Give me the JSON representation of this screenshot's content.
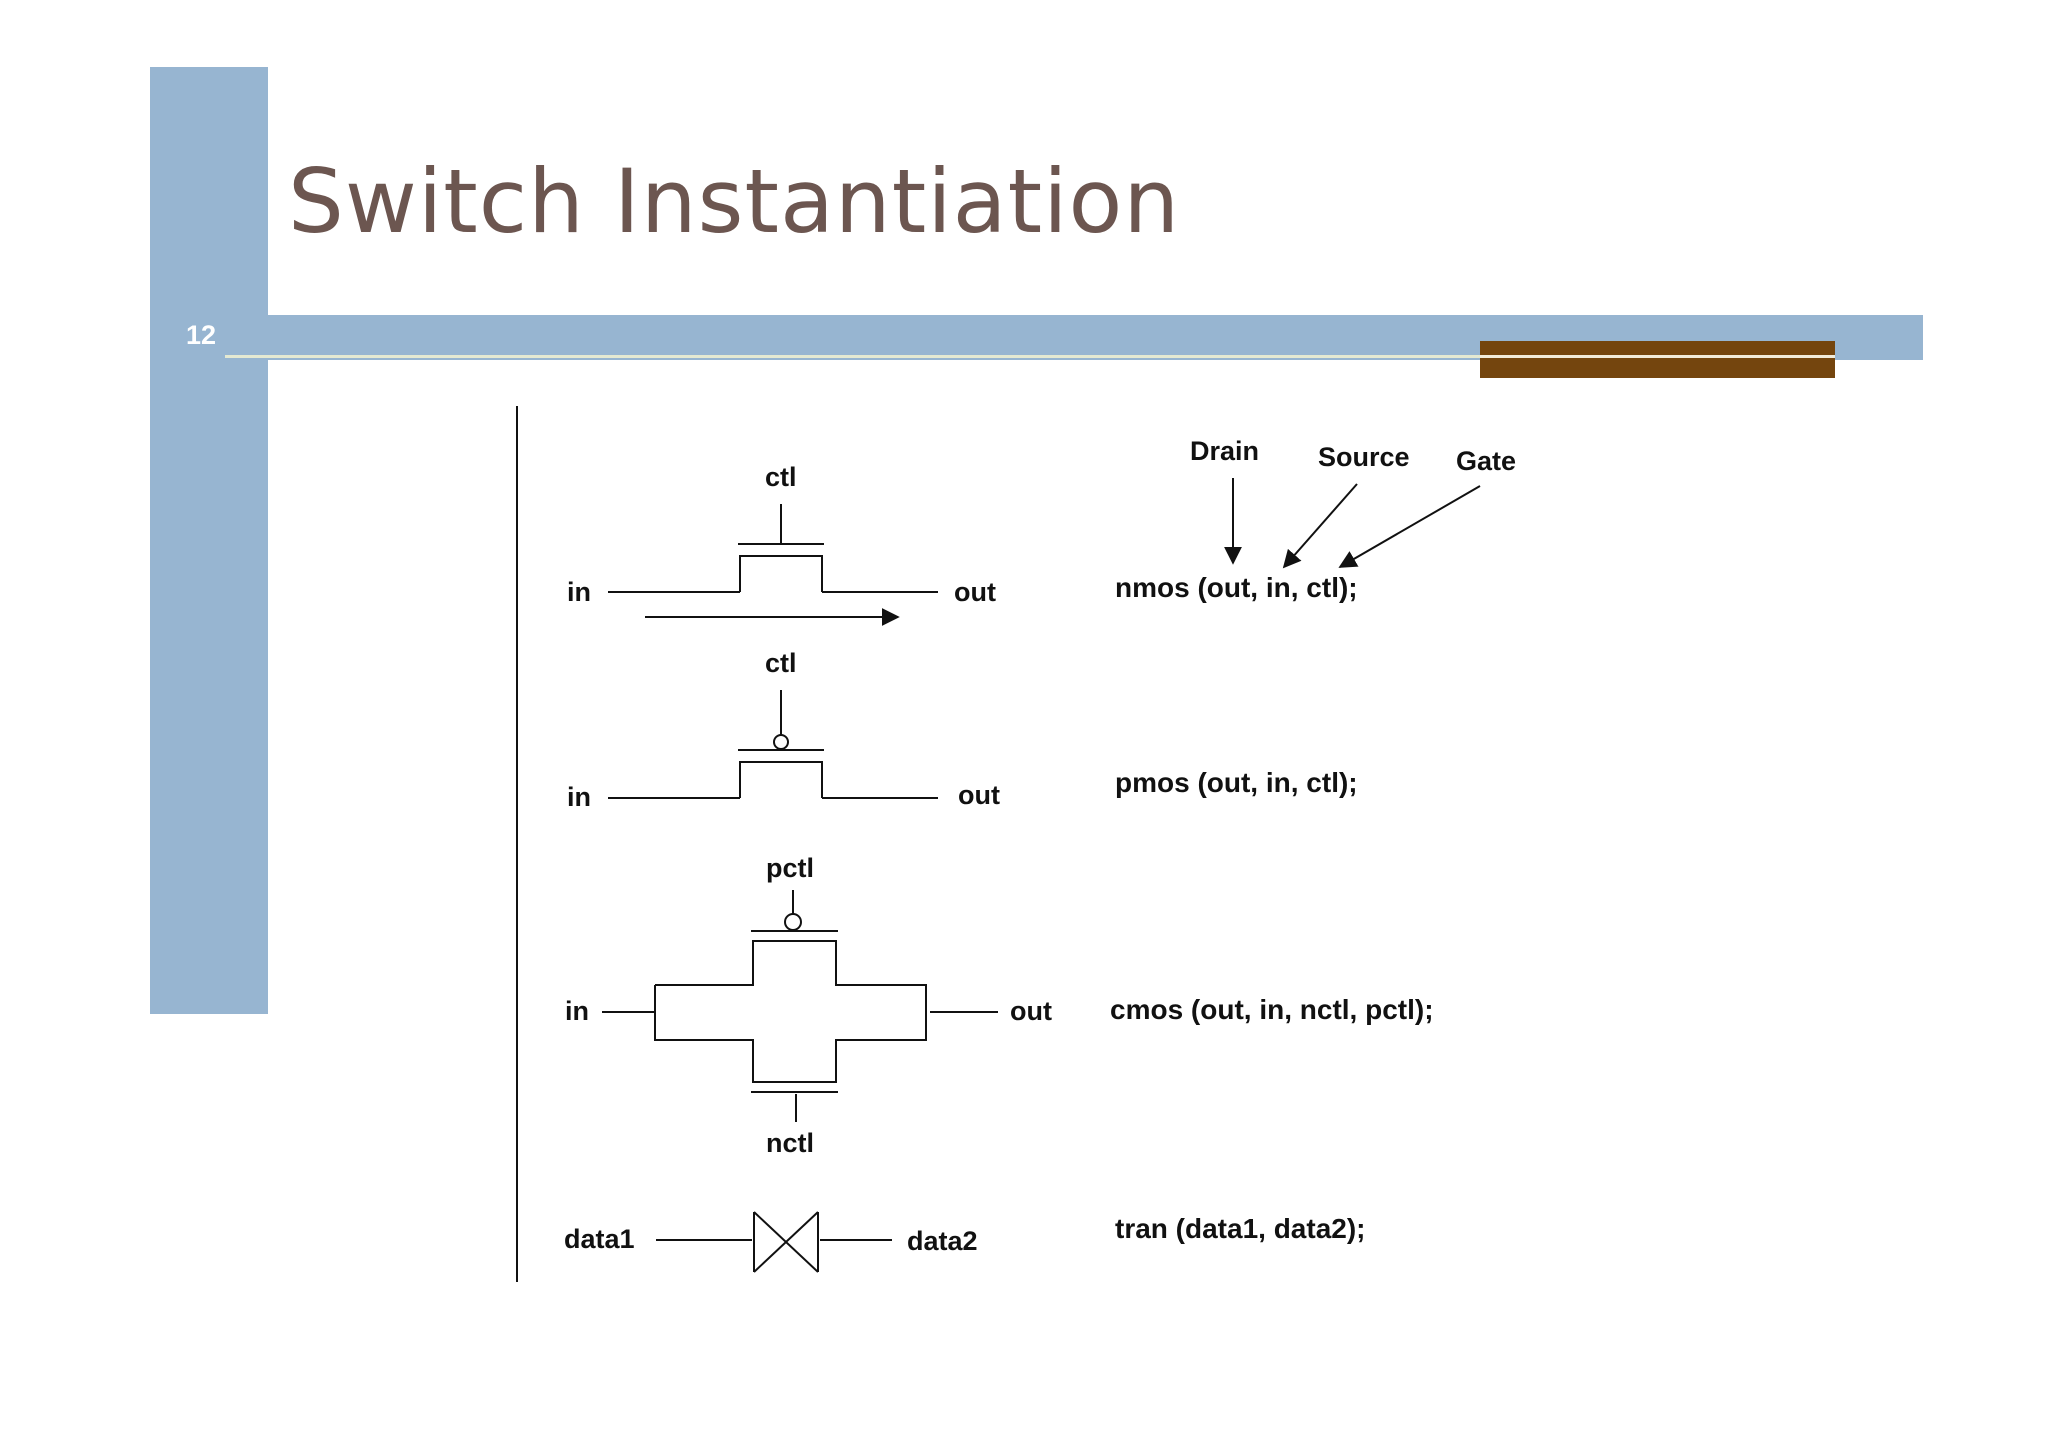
{
  "slide": {
    "title": "Switch Instantiation",
    "number": "12",
    "colors": {
      "bar": "#97b5d1",
      "accent": "#74450e",
      "title": "#6c5650"
    }
  },
  "diagram": {
    "nmos": {
      "gate_label": "ctl",
      "in_label": "in",
      "out_label": "out",
      "code": "nmos (out, in, ctl);"
    },
    "pmos": {
      "gate_label": "ctl",
      "in_label": "in",
      "out_label": "out",
      "code": "pmos (out, in, ctl);"
    },
    "cmos": {
      "pgate_label": "pctl",
      "ngate_label": "nctl",
      "in_label": "in",
      "out_label": "out",
      "code": "cmos (out, in, nctl, pctl);"
    },
    "tran": {
      "left_label": "data1",
      "right_label": "data2",
      "code": "tran (data1, data2);"
    },
    "terminal_labels": {
      "drain": "Drain",
      "source": "Source",
      "gate": "Gate"
    }
  }
}
